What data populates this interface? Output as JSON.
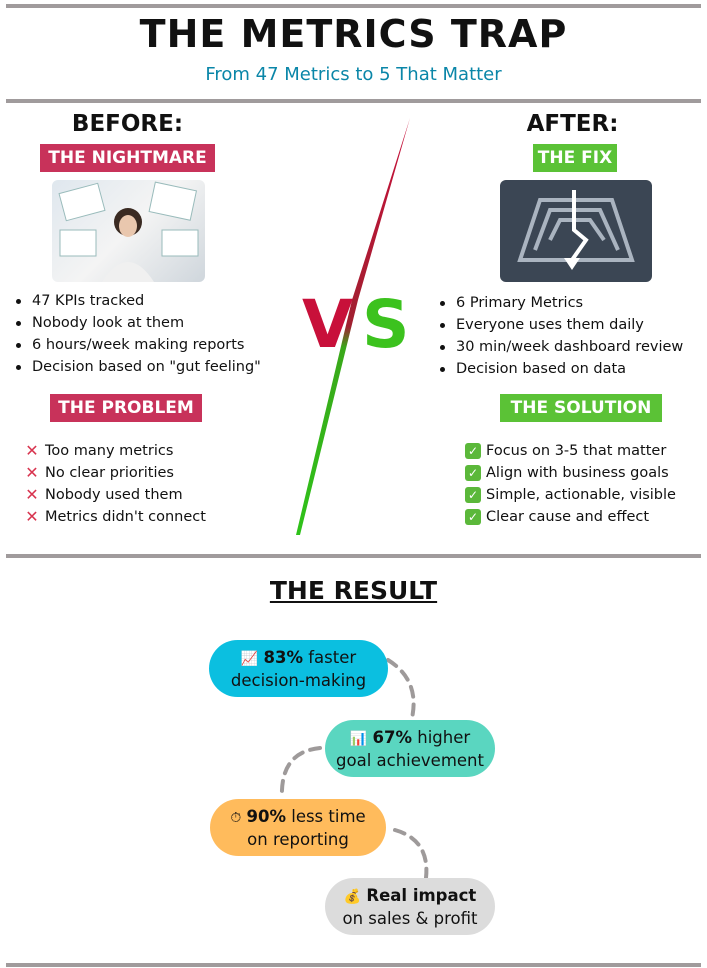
{
  "title": "THE METRICS TRAP",
  "subtitle": "From 47 Metrics to 5 That Matter",
  "before": {
    "heading": "BEFORE:",
    "badge": "THE NIGHTMARE",
    "bullets": [
      "47 KPIs tracked",
      "Nobody look at them",
      "6 hours/week making reports",
      "Decision based on \"gut feeling\""
    ],
    "problem_badge": "THE PROBLEM",
    "problems": [
      "Too many metrics",
      "No clear priorities",
      "Nobody used them",
      "Metrics didn't connect"
    ]
  },
  "vs": {
    "v": "V",
    "s": "S"
  },
  "after": {
    "heading": "AFTER:",
    "badge": "THE FIX",
    "bullets": [
      "6 Primary Metrics",
      "Everyone uses them daily",
      "30 min/week dashboard review",
      "Decision based on data"
    ],
    "solution_badge": "THE SOLUTION",
    "solutions": [
      "Focus on 3-5 that matter",
      "Align with business goals",
      "Simple, actionable, visible",
      "Clear cause and effect"
    ]
  },
  "result": {
    "heading": "THE RESULT",
    "items": [
      {
        "icon": "chart-increasing-icon",
        "emoji": "📈",
        "bold": "83%",
        "rest": " faster",
        "line2": "decision-making",
        "color": "#0bbfe0"
      },
      {
        "icon": "bar-chart-icon",
        "emoji": "📊",
        "bold": "67%",
        "rest": " higher",
        "line2": "goal achievement",
        "color": "#5ad6c0"
      },
      {
        "icon": "stopwatch-icon",
        "emoji": "⏱",
        "bold": "90%",
        "rest": " less time",
        "line2": "on reporting",
        "color": "#ffbb5c"
      },
      {
        "icon": "money-bag-icon",
        "emoji": "💰",
        "bold": "Real impact",
        "rest": "",
        "line2": "on sales & profit",
        "color": "#dcdcdc"
      }
    ]
  },
  "colors": {
    "pink": "#c8325a",
    "green": "#5bc236",
    "subtitle": "#0a86a8",
    "rule": "#a09b9c"
  }
}
